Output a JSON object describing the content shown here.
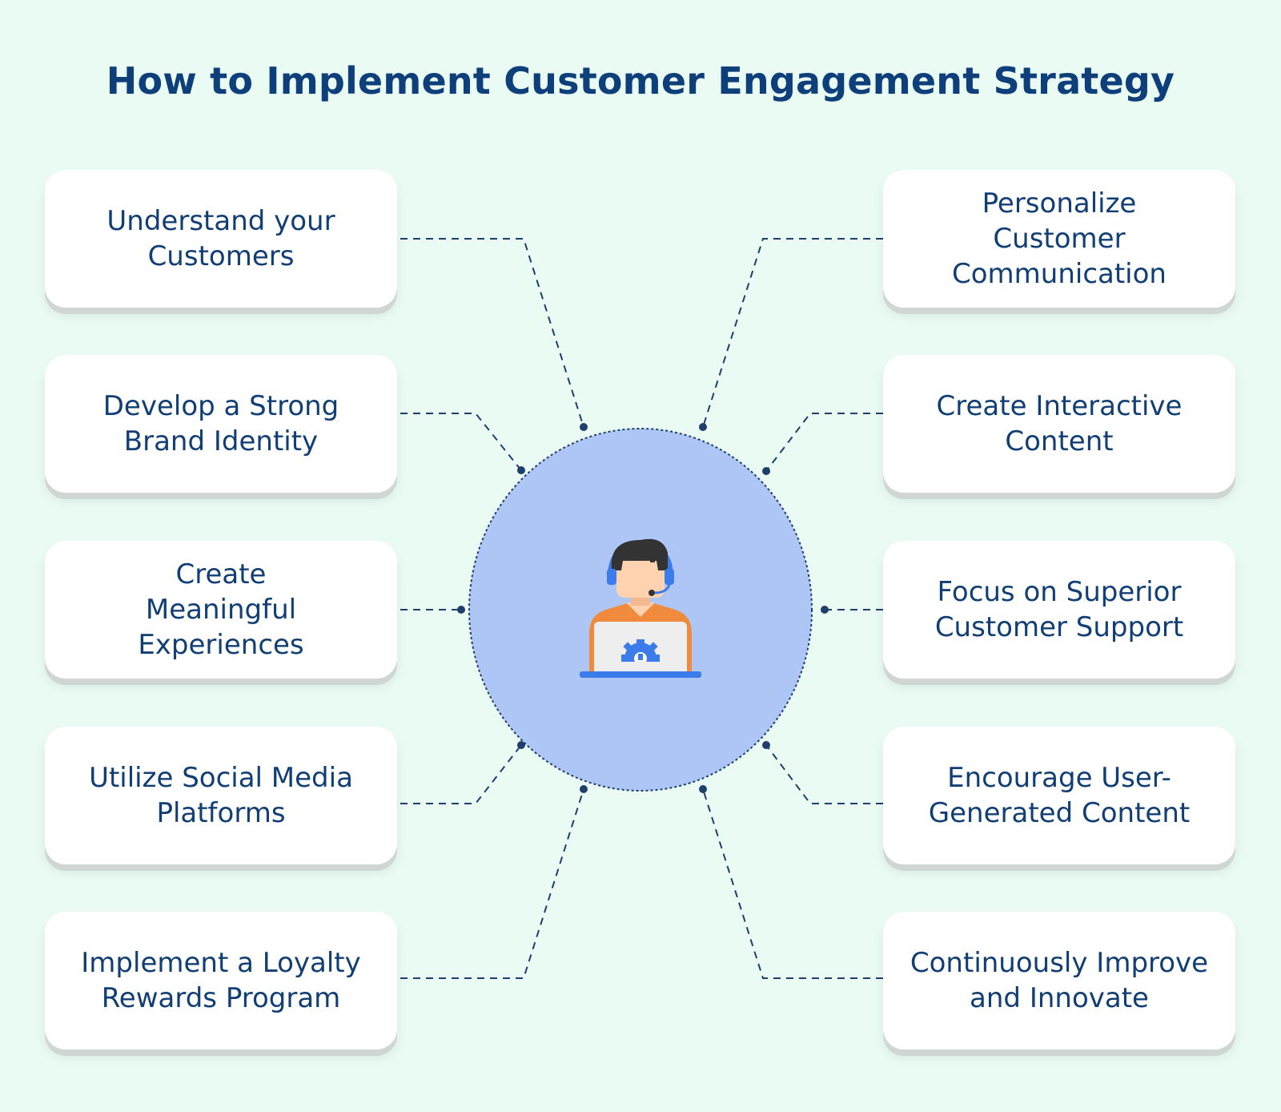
{
  "title": "How to Implement Customer Engagement Strategy",
  "steps_left": [
    "Understand your\nCustomers",
    "Develop a Strong\nBrand Identity",
    "Create\nMeaningful\nExperiences",
    "Utilize Social Media\nPlatforms",
    "Implement a Loyalty\nRewards Program"
  ],
  "steps_right": [
    "Personalize\nCustomer\nCommunication",
    "Create Interactive\nContent",
    "Focus on Superior\nCustomer Support",
    "Encourage User-\nGenerated Content",
    "Continuously Improve\nand Innovate"
  ],
  "center_icon": "customer-support-agent-icon",
  "colors": {
    "background": "#e9fbf3",
    "title": "#0e3f7a",
    "card_text": "#103e75",
    "hub_fill": "#aec6f5",
    "connector": "#1f3e6b",
    "agent_shirt": "#f08a3c",
    "agent_skin": "#ffd2b0",
    "agent_hair": "#333333",
    "headset": "#3b7bea"
  }
}
